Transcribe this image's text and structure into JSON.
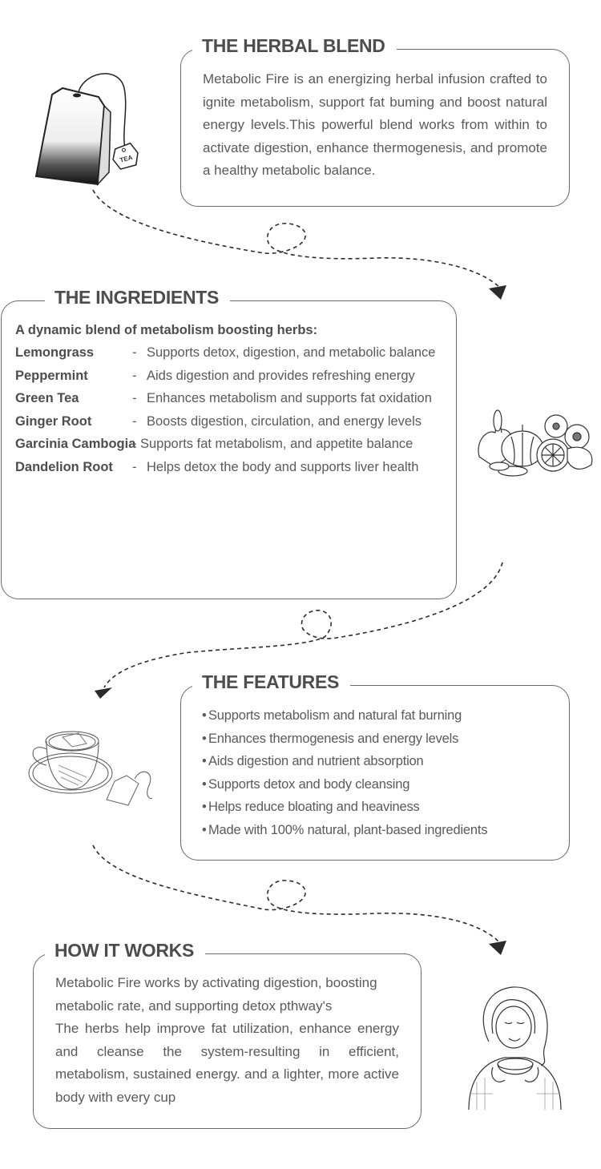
{
  "sections": {
    "herbal_blend": {
      "title": "THE HERBAL BLEND",
      "text": "Metabolic Fire is an energizing herbal infusion crafted to ignite metabolism, support fat buming and boost natural energy levels.This powerful blend works from within to activate digestion, enhance thermogenesis, and promote a healthy metabolic balance.",
      "illustration": "tea-bag-illustration",
      "tag_label": "TEA"
    },
    "ingredients": {
      "title": "THE INGREDIENTS",
      "intro": "A dynamic blend of metabolism boosting herbs:",
      "items": [
        {
          "name": "Lemongrass",
          "dash": "-",
          "desc": "Supports detox, digestion, and metabolic balance"
        },
        {
          "name": "Peppermint",
          "dash": "-",
          "desc": "Aids digestion and provides refreshing energy"
        },
        {
          "name": "Green Tea",
          "dash": "-",
          "desc": "Enhances metabolism and supports fat oxidation"
        },
        {
          "name": "Ginger Root",
          "dash": "-",
          "desc": "Boosts digestion, circulation, and energy levels"
        },
        {
          "name": "Garcinia Cambogia",
          "dash": "-",
          "desc": "Supports fat metabolism, and appetite balance"
        },
        {
          "name": "Dandelion Root",
          "dash": "-",
          "desc": "Helps detox the body and supports liver health"
        }
      ],
      "illustration": "herbs-fruits-illustration"
    },
    "features": {
      "title": "THE FEATURES",
      "bullet": "•",
      "items": [
        "Supports metabolism and natural fat burning",
        "Enhances thermogenesis and energy levels",
        "Aids digestion and nutrient absorption",
        "Supports detox and body cleansing",
        "Helps reduce bloating and heaviness",
        "Made with 100% natural, plant-based ingredients"
      ],
      "illustration": "tea-cup-illustration"
    },
    "how_it_works": {
      "title": "HOW IT WORKS",
      "paragraph_1": "Metabolic Fire works by activating digestion, boosting metabolic rate, and supporting detox pthway's",
      "paragraph_2": "The herbs help improve fat utilization, enhance energy and cleanse the system-resulting in efficient, metabolism, sustained energy. and a lighter, more active body with every cup",
      "illustration": "woman-drinking-tea-illustration"
    }
  },
  "colors": {
    "heading": "#4d4d4d",
    "body": "#5a5a5a",
    "border": "#6a6a6a",
    "arrow": "#2b2b2b",
    "background": "#ffffff"
  }
}
